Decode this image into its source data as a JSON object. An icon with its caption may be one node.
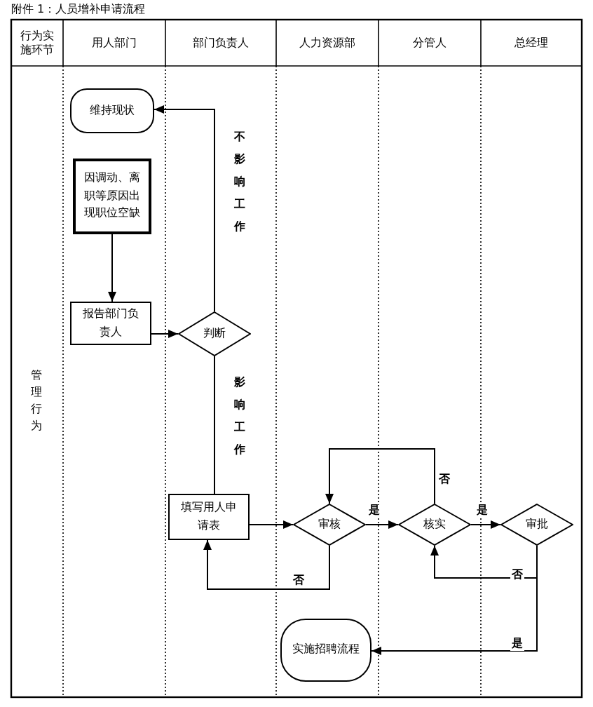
{
  "diagram": {
    "title": "附件 1：人员增补申请流程",
    "nodes": [
      {
        "text": [
          "维持现状"
        ]
      },
      {
        "text": [
          "因调动、离职等原因出现职位空缺"
        ]
      },
      {
        "text": [
          "报告部门负责人"
        ]
      },
      {
        "text": [
          "判断"
        ]
      },
      {
        "text": [
          "填写用人申请表"
        ]
      },
      {
        "text": [
          "审核"
        ]
      },
      {
        "text": [
          "核实"
        ]
      },
      {
        "text": [
          "审批"
        ]
      },
      {
        "text": [
          "实施招聘流程"
        ]
      }
    ],
    "edges": [
      {
        "from": 1,
        "to": 2,
        "arrow": "to"
      },
      {
        "from": 2,
        "to": 3,
        "arrow": "to"
      },
      {
        "from": 3,
        "to": 0,
        "arrow": "to",
        "label": "不影响工作"
      },
      {
        "from": 3,
        "to": 4,
        "arrow": "none",
        "label": "影响工作"
      },
      {
        "from": 4,
        "to": 5,
        "arrow": "to"
      },
      {
        "from": 5,
        "to": 6,
        "arrow": "to",
        "label": "是"
      },
      {
        "from": 6,
        "to": 7,
        "arrow": "to",
        "label": "是"
      },
      {
        "from": 6,
        "to": 5,
        "arrow": "to",
        "label": "否"
      },
      {
        "from": 5,
        "to": 4,
        "arrow": "to",
        "label": "否"
      },
      {
        "from": 7,
        "to": 6,
        "arrow": "to",
        "label": "否"
      },
      {
        "from": 7,
        "to": 8,
        "arrow": "to",
        "label": "是"
      }
    ],
    "labels": [
      "行为实施环节",
      "用人部门",
      "部门负责人",
      "人力资源部",
      "分管人",
      "总经理",
      "管理行为"
    ]
  }
}
